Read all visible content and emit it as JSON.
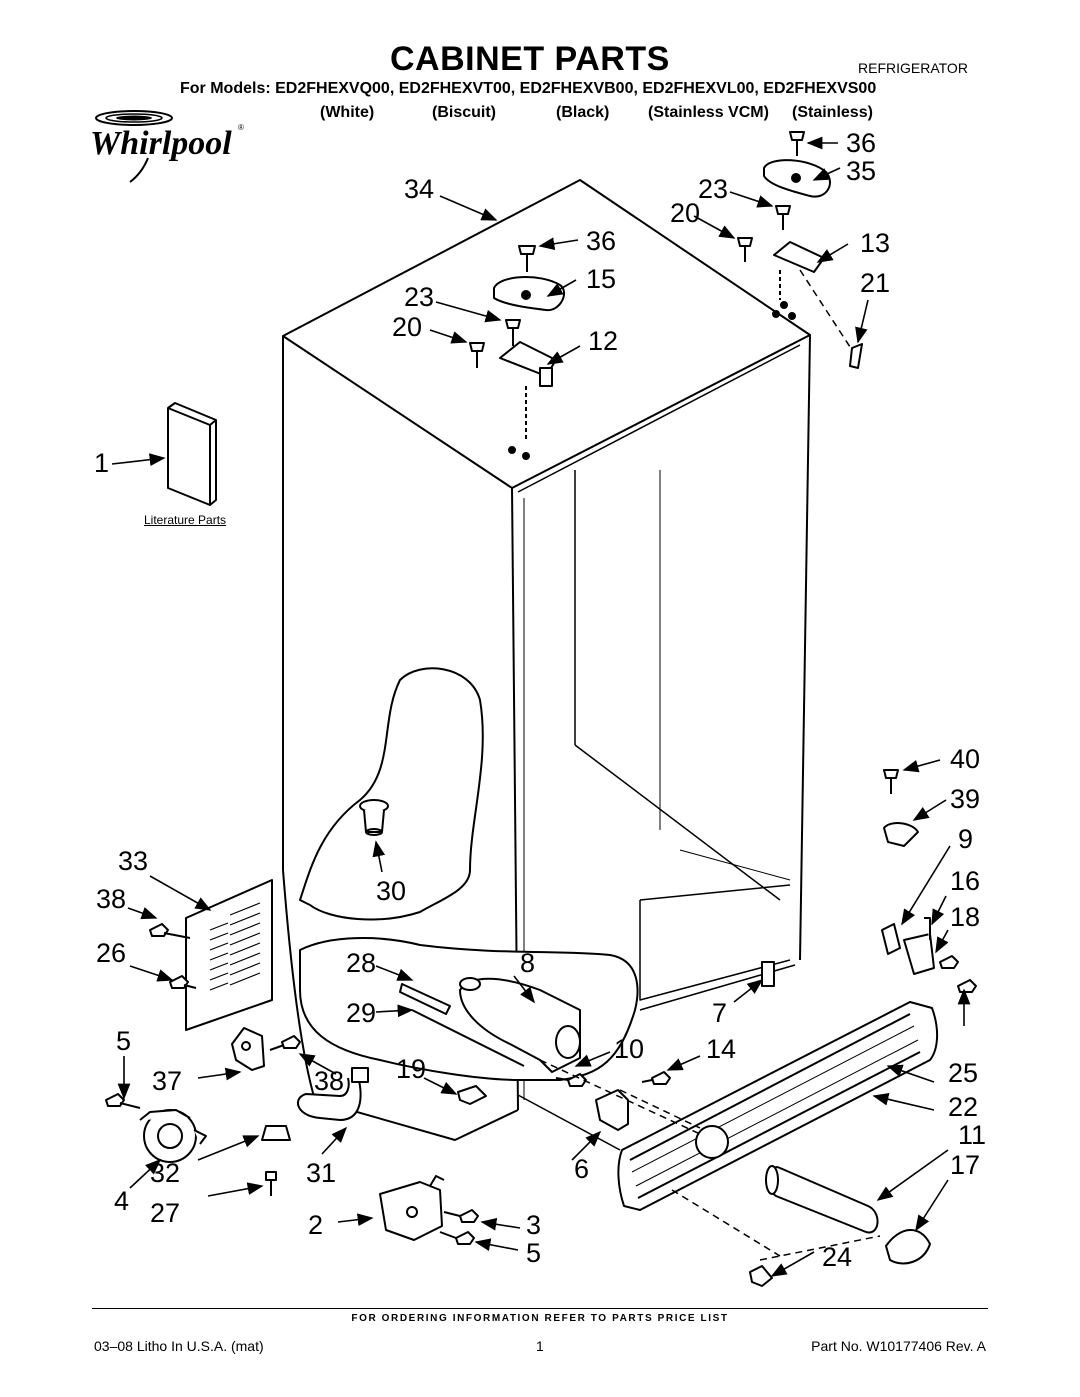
{
  "header": {
    "title": "CABINET PARTS",
    "category": "REFRIGERATOR",
    "models_line": "For Models: ED2FHEXVQ00, ED2FHEXVT00, ED2FHEXVB00, ED2FHEXVL00, ED2FHEXVS00",
    "colors": [
      "(White)",
      "(Biscuit)",
      "(Black)",
      "(Stainless VCM)",
      "(Stainless)"
    ],
    "brand": "Whirlpool"
  },
  "diagram": {
    "literature_label": "Literature Parts",
    "callouts": [
      "36",
      "35",
      "34",
      "23",
      "20",
      "36",
      "13",
      "15",
      "21",
      "23",
      "20",
      "12",
      "1",
      "40",
      "39",
      "9",
      "33",
      "30",
      "16",
      "38",
      "18",
      "26",
      "28",
      "8",
      "7",
      "29",
      "5",
      "10",
      "14",
      "37",
      "38",
      "19",
      "25",
      "22",
      "11",
      "32",
      "31",
      "6",
      "17",
      "4",
      "27",
      "2",
      "3",
      "5",
      "24"
    ]
  },
  "footer": {
    "ordering_note": "FOR ORDERING INFORMATION REFER TO PARTS PRICE LIST",
    "litho": "03–08 Litho In U.S.A. (mat)",
    "page": "1",
    "part_no": "Part No. W10177406 Rev. A"
  }
}
